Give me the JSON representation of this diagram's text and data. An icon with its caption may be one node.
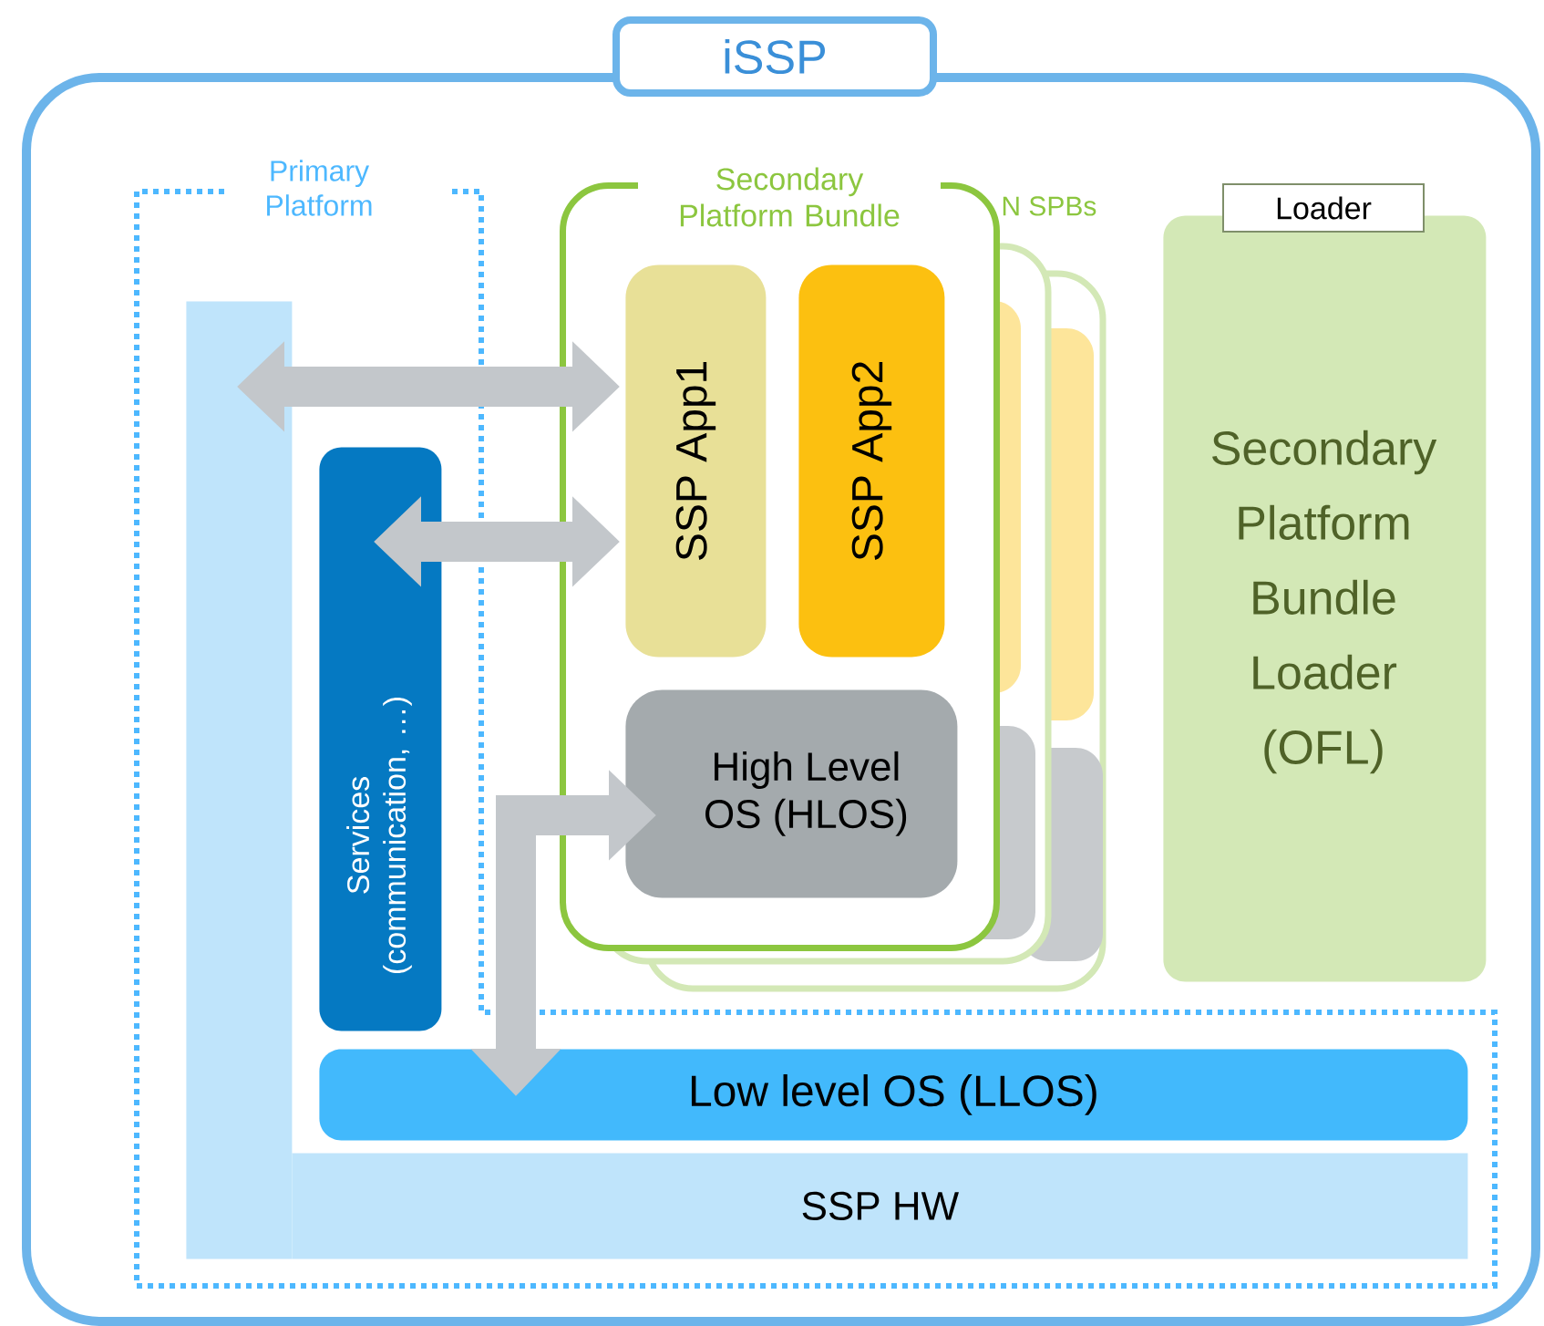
{
  "diagram": {
    "nodes": [
      {
        "text": [
          "iSSP"
        ]
      },
      {
        "text": [
          "Primary Platform"
        ],
        "in": 0
      },
      {
        "text": [
          "SSP HW"
        ],
        "in": 0
      },
      {
        "text": [
          "Services (communication, …)"
        ],
        "in": 0
      },
      {
        "text": [
          "Low level OS (LLOS)"
        ],
        "in": 0
      },
      {
        "text": [
          "Secondary Platform Bundle"
        ],
        "in": 0
      },
      {
        "text": [
          "SSP App1"
        ],
        "in": 5
      },
      {
        "text": [
          "SSP App2"
        ],
        "in": 5
      },
      {
        "text": [
          "High Level OS (HLOS)"
        ],
        "in": 5
      },
      {
        "text": [
          "N SPBs"
        ],
        "in": 0
      },
      {
        "text": [
          "Loader",
          "Secondary Platform Bundle Loader (OFL)"
        ],
        "in": 0
      },
      {
        "text": [],
        "shape": "bar",
        "in": 0
      }
    ],
    "edges": [
      {
        "from": 11,
        "to": 6,
        "arrow": "both"
      },
      {
        "from": 3,
        "to": 6,
        "arrow": "both"
      },
      {
        "from": 8,
        "to": 4,
        "arrow": "both"
      }
    ]
  }
}
